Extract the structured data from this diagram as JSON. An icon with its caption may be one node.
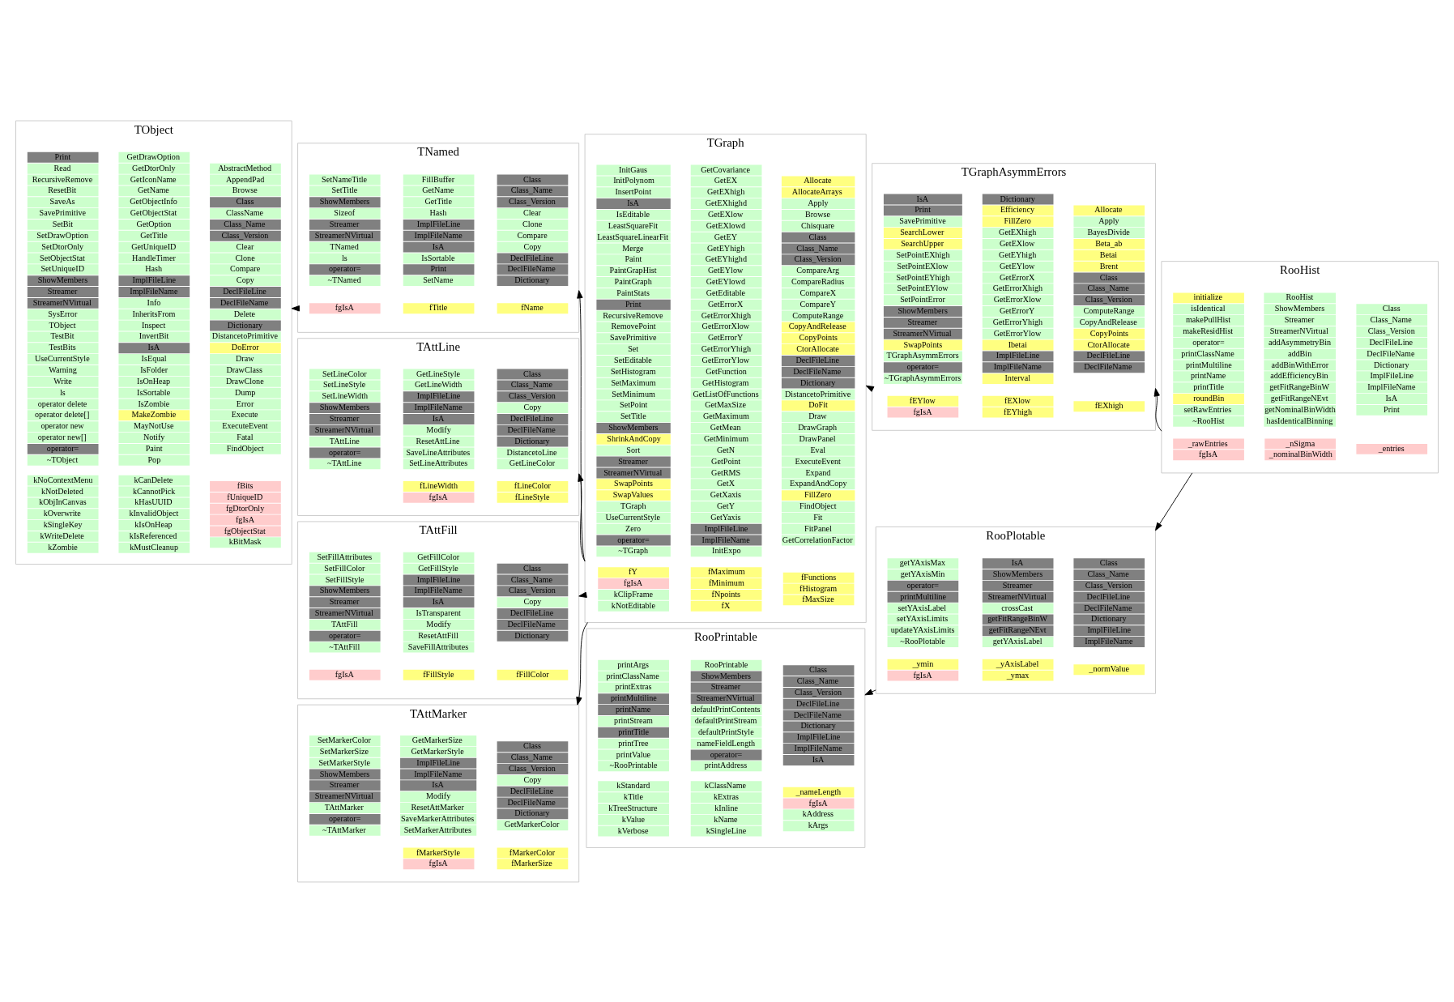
{
  "diagram": {
    "nodes": [
      {
        "text": [
          "TObject"
        ]
      },
      {
        "text": [
          "kNoContextMenu",
          "kNotDeleted",
          "kObjInCanvas",
          "kOverwrite",
          "kSingleKey",
          "kWriteDelete",
          "kZombie"
        ],
        "in": 0
      },
      {
        "text": [
          "kCanDelete",
          "kCannotPick",
          "kHasUUID",
          "kInvalidObject",
          "kIsOnHeap",
          "kIsReferenced",
          "kMustCleanup"
        ],
        "in": 0
      },
      {
        "text": [
          "fBits",
          "fUniqueID",
          "fgDtorOnly",
          "fgIsA",
          "fgObjectStat",
          "kBitMask"
        ],
        "in": 0
      },
      {
        "text": [
          "Print",
          "Read",
          "RecursiveRemove",
          "ResetBit",
          "SaveAs",
          "SavePrimitive",
          "SetBit",
          "SetDrawOption",
          "SetDtorOnly",
          "SetObjectStat",
          "SetUniqueID",
          "ShowMembers",
          "Streamer",
          "StreamerNVirtual",
          "SysError",
          "TObject",
          "TestBit",
          "TestBits",
          "UseCurrentStyle",
          "Warning",
          "Write",
          "ls",
          "operator delete",
          "operator delete[]",
          "operator new",
          "operator new[]",
          "operator=",
          "~TObject"
        ],
        "in": 0
      },
      {
        "text": [
          "GetDrawOption",
          "GetDtorOnly",
          "GetIconName",
          "GetName",
          "GetObjectInfo",
          "GetObjectStat",
          "GetOption",
          "GetTitle",
          "GetUniqueID",
          "HandleTimer",
          "Hash",
          "ImplFileLine",
          "ImplFileName",
          "Info",
          "InheritsFrom",
          "Inspect",
          "InvertBit",
          "IsA",
          "IsEqual",
          "IsFolder",
          "IsOnHeap",
          "IsSortable",
          "IsZombie",
          "MakeZombie",
          "MayNotUse",
          "Notify",
          "Paint",
          "Pop"
        ],
        "in": 0
      },
      {
        "text": [
          "AbstractMethod",
          "AppendPad",
          "Browse",
          "Class",
          "ClassName",
          "Class_Name",
          "Class_Version",
          "Clear",
          "Clone",
          "Compare",
          "Copy",
          "DeclFileLine",
          "DeclFileName",
          "Delete",
          "Dictionary",
          "DistancetoPrimitive",
          "DoError",
          "Draw",
          "DrawClass",
          "DrawClone",
          "Dump",
          "Error",
          "Execute",
          "ExecuteEvent",
          "Fatal",
          "FindObject"
        ],
        "in": 0
      },
      {
        "text": [
          "TNamed"
        ]
      },
      {
        "text": [
          "fgIsA"
        ],
        "in": 7
      },
      {
        "text": [
          "fTitle"
        ],
        "in": 7
      },
      {
        "text": [
          "fName"
        ],
        "in": 7
      },
      {
        "text": [
          "SetNameTitle",
          "SetTitle",
          "ShowMembers",
          "Sizeof",
          "Streamer",
          "StreamerNVirtual",
          "TNamed",
          "ls",
          "operator=",
          "~TNamed"
        ],
        "in": 7
      },
      {
        "text": [
          "FillBuffer",
          "GetName",
          "GetTitle",
          "Hash",
          "ImplFileLine",
          "ImplFileName",
          "IsA",
          "IsSortable",
          "Print",
          "SetName"
        ],
        "in": 7
      },
      {
        "text": [
          "Class",
          "Class_Name",
          "Class_Version",
          "Clear",
          "Clone",
          "Compare",
          "Copy",
          "DeclFileLine",
          "DeclFileName",
          "Dictionary"
        ],
        "in": 7
      },
      {
        "text": [
          "TAttLine"
        ]
      },
      {
        "text": [
          "fLineWidth",
          "fgIsA"
        ],
        "in": 14
      },
      {
        "text": [
          "fLineColor",
          "fLineStyle"
        ],
        "in": 14
      },
      {
        "text": [
          "SetLineColor",
          "SetLineStyle",
          "SetLineWidth",
          "ShowMembers",
          "Streamer",
          "StreamerNVirtual",
          "TAttLine",
          "operator=",
          "~TAttLine"
        ],
        "in": 14
      },
      {
        "text": [
          "GetLineStyle",
          "GetLineWidth",
          "ImplFileLine",
          "ImplFileName",
          "IsA",
          "Modify",
          "ResetAttLine",
          "SaveLineAttributes",
          "SetLineAttributes"
        ],
        "in": 14
      },
      {
        "text": [
          "Class",
          "Class_Name",
          "Class_Version",
          "Copy",
          "DeclFileLine",
          "DeclFileName",
          "Dictionary",
          "DistancetoLine",
          "GetLineColor"
        ],
        "in": 14
      },
      {
        "text": [
          "TAttFill"
        ]
      },
      {
        "text": [
          "fgIsA"
        ],
        "in": 20
      },
      {
        "text": [
          "fFillStyle"
        ],
        "in": 20
      },
      {
        "text": [
          "fFillColor"
        ],
        "in": 20
      },
      {
        "text": [
          "SetFillAttributes",
          "SetFillColor",
          "SetFillStyle",
          "ShowMembers",
          "Streamer",
          "StreamerNVirtual",
          "TAttFill",
          "operator=",
          "~TAttFill"
        ],
        "in": 20
      },
      {
        "text": [
          "GetFillColor",
          "GetFillStyle",
          "ImplFileLine",
          "ImplFileName",
          "IsA",
          "IsTransparent",
          "Modify",
          "ResetAttFill",
          "SaveFillAttributes"
        ],
        "in": 20
      },
      {
        "text": [
          "Class",
          "Class_Name",
          "Class_Version",
          "Copy",
          "DeclFileLine",
          "DeclFileName",
          "Dictionary"
        ],
        "in": 20
      },
      {
        "text": [
          "TAttMarker"
        ]
      },
      {
        "text": [
          "fMarkerStyle",
          "fgIsA"
        ],
        "in": 27
      },
      {
        "text": [
          "fMarkerColor",
          "fMarkerSize"
        ],
        "in": 27
      },
      {
        "text": [
          "SetMarkerColor",
          "SetMarkerSize",
          "SetMarkerStyle",
          "ShowMembers",
          "Streamer",
          "StreamerNVirtual",
          "TAttMarker",
          "operator=",
          "~TAttMarker"
        ],
        "in": 27
      },
      {
        "text": [
          "GetMarkerSize",
          "GetMarkerStyle",
          "ImplFileLine",
          "ImplFileName",
          "IsA",
          "Modify",
          "ResetAttMarker",
          "SaveMarkerAttributes",
          "SetMarkerAttributes"
        ],
        "in": 27
      },
      {
        "text": [
          "Class",
          "Class_Name",
          "Class_Version",
          "Copy",
          "DeclFileLine",
          "DeclFileName",
          "Dictionary",
          "GetMarkerColor"
        ],
        "in": 27
      },
      {
        "text": [
          "TGraph"
        ]
      },
      {
        "text": [
          "fY",
          "fgIsA",
          "kClipFrame",
          "kNotEditable"
        ],
        "in": 33
      },
      {
        "text": [
          "fMaximum",
          "fMinimum",
          "fNpoints",
          "fX"
        ],
        "in": 33
      },
      {
        "text": [
          "fFunctions",
          "fHistogram",
          "fMaxSize"
        ],
        "in": 33
      },
      {
        "text": [
          "InitGaus",
          "InitPolynom",
          "InsertPoint",
          "IsA",
          "IsEditable",
          "LeastSquareFit",
          "LeastSquareLinearFit",
          "Merge",
          "Paint",
          "PaintGrapHist",
          "PaintGraph",
          "PaintStats",
          "Print",
          "RecursiveRemove",
          "RemovePoint",
          "SavePrimitive",
          "Set",
          "SetEditable",
          "SetHistogram",
          "SetMaximum",
          "SetMinimum",
          "SetPoint",
          "SetTitle",
          "ShowMembers",
          "ShrinkAndCopy",
          "Sort",
          "Streamer",
          "StreamerNVirtual",
          "SwapPoints",
          "SwapValues",
          "TGraph",
          "UseCurrentStyle",
          "Zero",
          "operator=",
          "~TGraph"
        ],
        "in": 33
      },
      {
        "text": [
          "GetCovariance",
          "GetEX",
          "GetEXhigh",
          "GetEXhighd",
          "GetEXlow",
          "GetEXlowd",
          "GetEY",
          "GetEYhigh",
          "GetEYhighd",
          "GetEYlow",
          "GetEYlowd",
          "GetEditable",
          "GetErrorX",
          "GetErrorXhigh",
          "GetErrorXlow",
          "GetErrorY",
          "GetErrorYhigh",
          "GetErrorYlow",
          "GetFunction",
          "GetHistogram",
          "GetListOfFunctions",
          "GetMaxSize",
          "GetMaximum",
          "GetMean",
          "GetMinimum",
          "GetN",
          "GetPoint",
          "GetRMS",
          "GetX",
          "GetXaxis",
          "GetY",
          "GetYaxis",
          "ImplFileLine",
          "ImplFileName",
          "InitExpo"
        ],
        "in": 33
      },
      {
        "text": [
          "Allocate",
          "AllocateArrays",
          "Apply",
          "Browse",
          "Chisquare",
          "Class",
          "Class_Name",
          "Class_Version",
          "CompareArg",
          "CompareRadius",
          "CompareX",
          "CompareY",
          "ComputeRange",
          "CopyAndRelease",
          "CopyPoints",
          "CtorAllocate",
          "DeclFileLine",
          "DeclFileName",
          "Dictionary",
          "DistancetoPrimitive",
          "DoFit",
          "Draw",
          "DrawGraph",
          "DrawPanel",
          "Eval",
          "ExecuteEvent",
          "Expand",
          "ExpandAndCopy",
          "FillZero",
          "FindObject",
          "Fit",
          "FitPanel",
          "GetCorrelationFactor"
        ],
        "in": 33
      },
      {
        "text": [
          "TGraphAsymmErrors"
        ]
      },
      {
        "text": [
          "fEYlow",
          "fgIsA"
        ],
        "in": 40
      },
      {
        "text": [
          "fEXlow",
          "fEYhigh"
        ],
        "in": 40
      },
      {
        "text": [
          "fEXhigh"
        ],
        "in": 40
      },
      {
        "text": [
          "IsA",
          "Print",
          "SavePrimitive",
          "SearchLower",
          "SearchUpper",
          "SetPointEXhigh",
          "SetPointEXlow",
          "SetPointEYhigh",
          "SetPointEYlow",
          "SetPointError",
          "ShowMembers",
          "Streamer",
          "StreamerNVirtual",
          "SwapPoints",
          "TGraphAsymmErrors",
          "operator=",
          "~TGraphAsymmErrors"
        ],
        "in": 40
      },
      {
        "text": [
          "Dictionary",
          "Efficiency",
          "FillZero",
          "GetEXhigh",
          "GetEXlow",
          "GetEYhigh",
          "GetEYlow",
          "GetErrorX",
          "GetErrorXhigh",
          "GetErrorXlow",
          "GetErrorY",
          "GetErrorYhigh",
          "GetErrorYlow",
          "Ibetai",
          "ImplFileLine",
          "ImplFileName",
          "Interval"
        ],
        "in": 40
      },
      {
        "text": [
          "Allocate",
          "Apply",
          "BayesDivide",
          "Beta_ab",
          "Betai",
          "Brent",
          "Class",
          "Class_Name",
          "Class_Version",
          "ComputeRange",
          "CopyAndRelease",
          "CopyPoints",
          "CtorAllocate",
          "DeclFileLine",
          "DeclFileName"
        ],
        "in": 40
      },
      {
        "text": [
          "RooHist"
        ]
      },
      {
        "text": [
          "_rawEntries",
          "fgIsA"
        ],
        "in": 47
      },
      {
        "text": [
          "_nSigma",
          "_nominalBinWidth"
        ],
        "in": 47
      },
      {
        "text": [
          "_entries"
        ],
        "in": 47
      },
      {
        "text": [
          "initialize",
          "isIdentical",
          "makePullHist",
          "makeResidHist",
          "operator=",
          "printClassName",
          "printMultiline",
          "printName",
          "printTitle",
          "roundBin",
          "setRawEntries",
          "~RooHist"
        ],
        "in": 47
      },
      {
        "text": [
          "RooHist",
          "ShowMembers",
          "Streamer",
          "StreamerNVirtual",
          "addAsymmetryBin",
          "addBin",
          "addBinWithError",
          "addEfficiencyBin",
          "getFitRangeBinW",
          "getFitRangeNEvt",
          "getNominalBinWidth",
          "hasIdenticalBinning"
        ],
        "in": 47
      },
      {
        "text": [
          "Class",
          "Class_Name",
          "Class_Version",
          "DeclFileLine",
          "DeclFileName",
          "Dictionary",
          "ImplFileLine",
          "ImplFileName",
          "IsA",
          "Print"
        ],
        "in": 47
      },
      {
        "text": [
          "RooPrintable"
        ]
      },
      {
        "text": [
          "kStandard",
          "kTitle",
          "kTreeStructure",
          "kValue",
          "kVerbose"
        ],
        "in": 54
      },
      {
        "text": [
          "kClassName",
          "kExtras",
          "kInline",
          "kName",
          "kSingleLine"
        ],
        "in": 54
      },
      {
        "text": [
          "_nameLength",
          "fgIsA",
          "kAddress",
          "kArgs"
        ],
        "in": 54
      },
      {
        "text": [
          "printArgs",
          "printClassName",
          "printExtras",
          "printMultiline",
          "printName",
          "printStream",
          "printTitle",
          "printTree",
          "printValue",
          "~RooPrintable"
        ],
        "in": 54
      },
      {
        "text": [
          "RooPrintable",
          "ShowMembers",
          "Streamer",
          "StreamerNVirtual",
          "defaultPrintContents",
          "defaultPrintStream",
          "defaultPrintStyle",
          "nameFieldLength",
          "operator=",
          "printAddress"
        ],
        "in": 54
      },
      {
        "text": [
          "Class",
          "Class_Name",
          "Class_Version",
          "DeclFileLine",
          "DeclFileName",
          "Dictionary",
          "ImplFileLine",
          "ImplFileName",
          "IsA"
        ],
        "in": 54
      },
      {
        "text": [
          "RooPlotable"
        ]
      },
      {
        "text": [
          "_ymin",
          "fgIsA"
        ],
        "in": 61
      },
      {
        "text": [
          "_yAxisLabel",
          "_ymax"
        ],
        "in": 61
      },
      {
        "text": [
          "_normValue"
        ],
        "in": 61
      },
      {
        "text": [
          "getYAxisMax",
          "getYAxisMin",
          "operator=",
          "printMultiline",
          "setYAxisLabel",
          "setYAxisLimits",
          "updateYAxisLimits",
          "~RooPlotable"
        ],
        "in": 61
      },
      {
        "text": [
          "IsA",
          "ShowMembers",
          "Streamer",
          "StreamerNVirtual",
          "crossCast",
          "getFitRangeBinW",
          "getFitRangeNEvt",
          "getYAxisLabel"
        ],
        "in": 61
      },
      {
        "text": [
          "Class",
          "Class_Name",
          "Class_Version",
          "DeclFileLine",
          "DeclFileName",
          "Dictionary",
          "ImplFileLine",
          "ImplFileName"
        ],
        "in": 61
      }
    ],
    "edges": [
      {
        "from": 7,
        "to": 0,
        "arrow": "to"
      },
      {
        "from": 33,
        "to": 7,
        "arrow": "to"
      },
      {
        "from": 33,
        "to": 14,
        "arrow": "to"
      },
      {
        "from": 33,
        "to": 20,
        "arrow": "to"
      },
      {
        "from": 33,
        "to": 27,
        "arrow": "to"
      },
      {
        "from": 40,
        "to": 33,
        "arrow": "to"
      },
      {
        "from": 47,
        "to": 40,
        "arrow": "to"
      },
      {
        "from": 47,
        "to": 61,
        "arrow": "to"
      },
      {
        "from": 61,
        "to": 54,
        "arrow": "to"
      }
    ]
  }
}
